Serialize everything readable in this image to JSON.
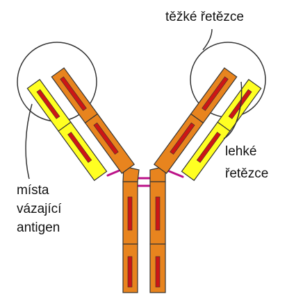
{
  "labels": {
    "heavy_chains": "těžké řetězce",
    "light_chains_line1": "lehké",
    "light_chains_line2": "řetězce",
    "binding_sites_line1": "místa",
    "binding_sites_line2": "vázající",
    "binding_sites_line3": "antigen"
  },
  "colors": {
    "heavy_chain": "#e8841e",
    "light_chain": "#ffff22",
    "domain_marker": "#cc1616",
    "disulfide_bond": "#bb1188",
    "outline": "#333333"
  }
}
